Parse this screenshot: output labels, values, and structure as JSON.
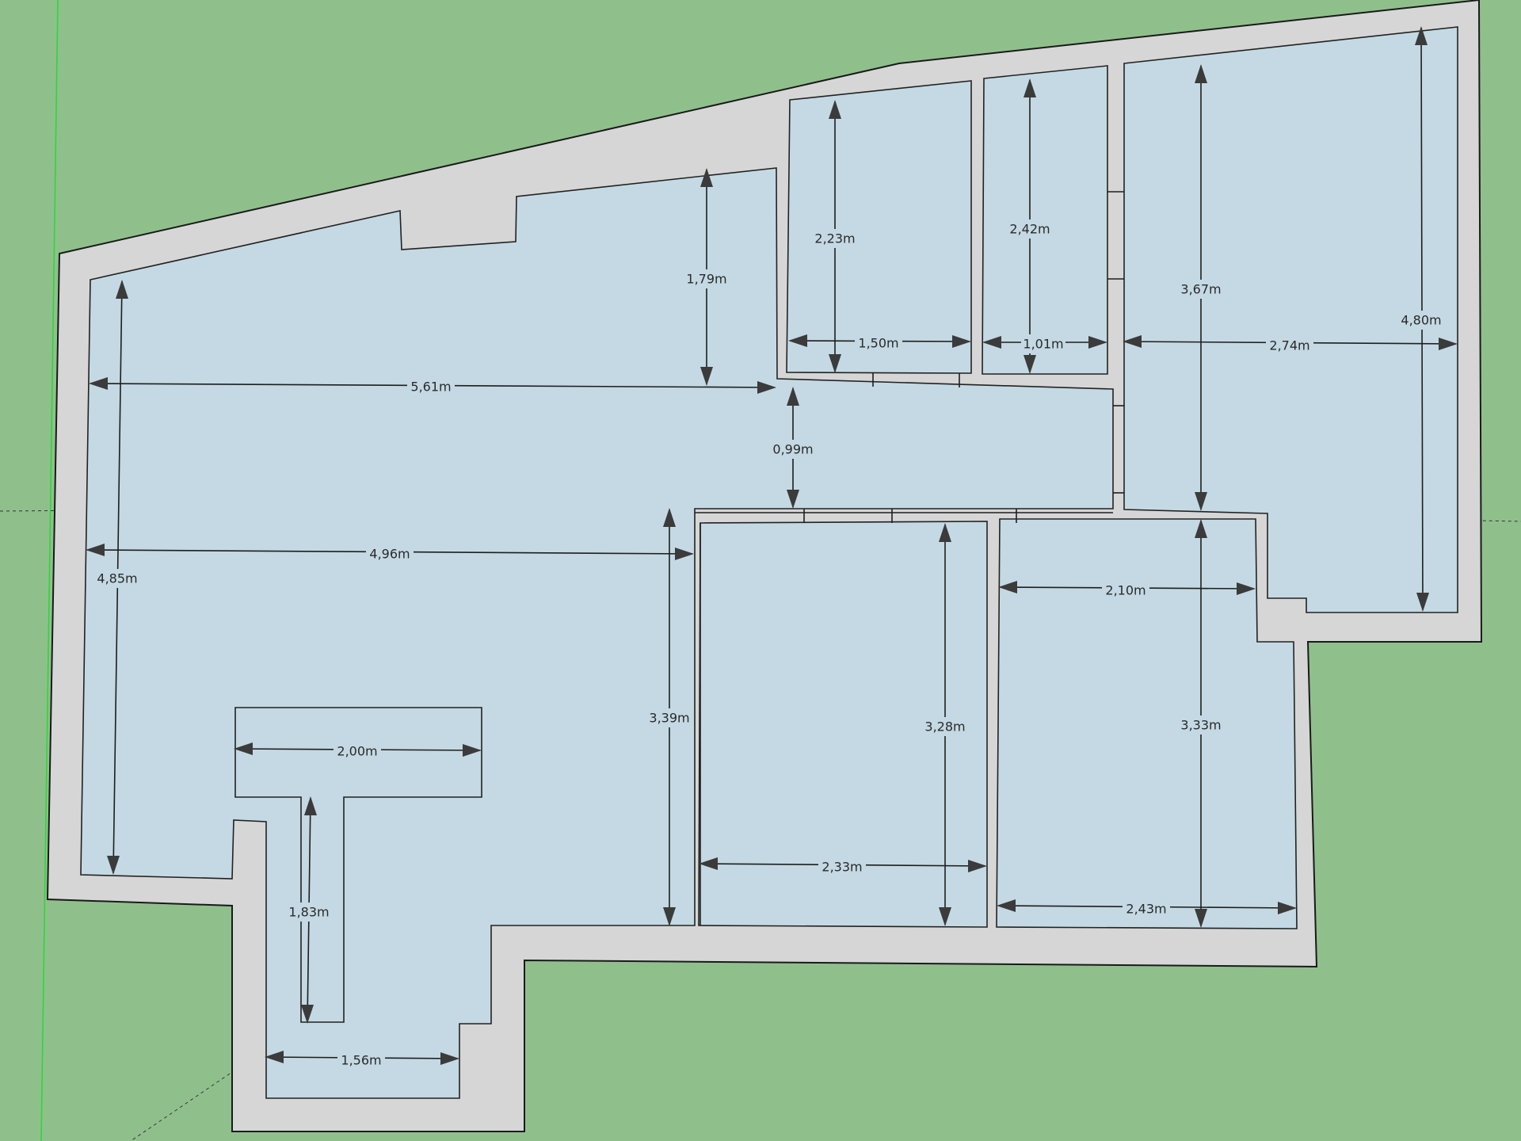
{
  "plan": {
    "colors": {
      "ground": "#8fc08c",
      "wall": "#d6d6d6",
      "room": "#c4d9e3",
      "ink": "#2a2a2a"
    },
    "dimensions": [
      {
        "id": "d1",
        "label": "5,61m"
      },
      {
        "id": "d2",
        "label": "1,79m"
      },
      {
        "id": "d3",
        "label": "4,85m"
      },
      {
        "id": "d4",
        "label": "4,96m"
      },
      {
        "id": "d5",
        "label": "2,00m"
      },
      {
        "id": "d6",
        "label": "1,83m"
      },
      {
        "id": "d7",
        "label": "1,56m"
      },
      {
        "id": "d8",
        "label": "3,39m"
      },
      {
        "id": "d9",
        "label": "0,99m"
      },
      {
        "id": "d10",
        "label": "2,23m"
      },
      {
        "id": "d11",
        "label": "1,50m"
      },
      {
        "id": "d12",
        "label": "2,42m"
      },
      {
        "id": "d13",
        "label": "1,01m"
      },
      {
        "id": "d14",
        "label": "3,67m"
      },
      {
        "id": "d15",
        "label": "2,74m"
      },
      {
        "id": "d16",
        "label": "4,80m"
      },
      {
        "id": "d17",
        "label": "3,28m"
      },
      {
        "id": "d18",
        "label": "2,33m"
      },
      {
        "id": "d19",
        "label": "2,10m"
      },
      {
        "id": "d20",
        "label": "3,33m"
      },
      {
        "id": "d21",
        "label": "2,43m"
      }
    ]
  }
}
